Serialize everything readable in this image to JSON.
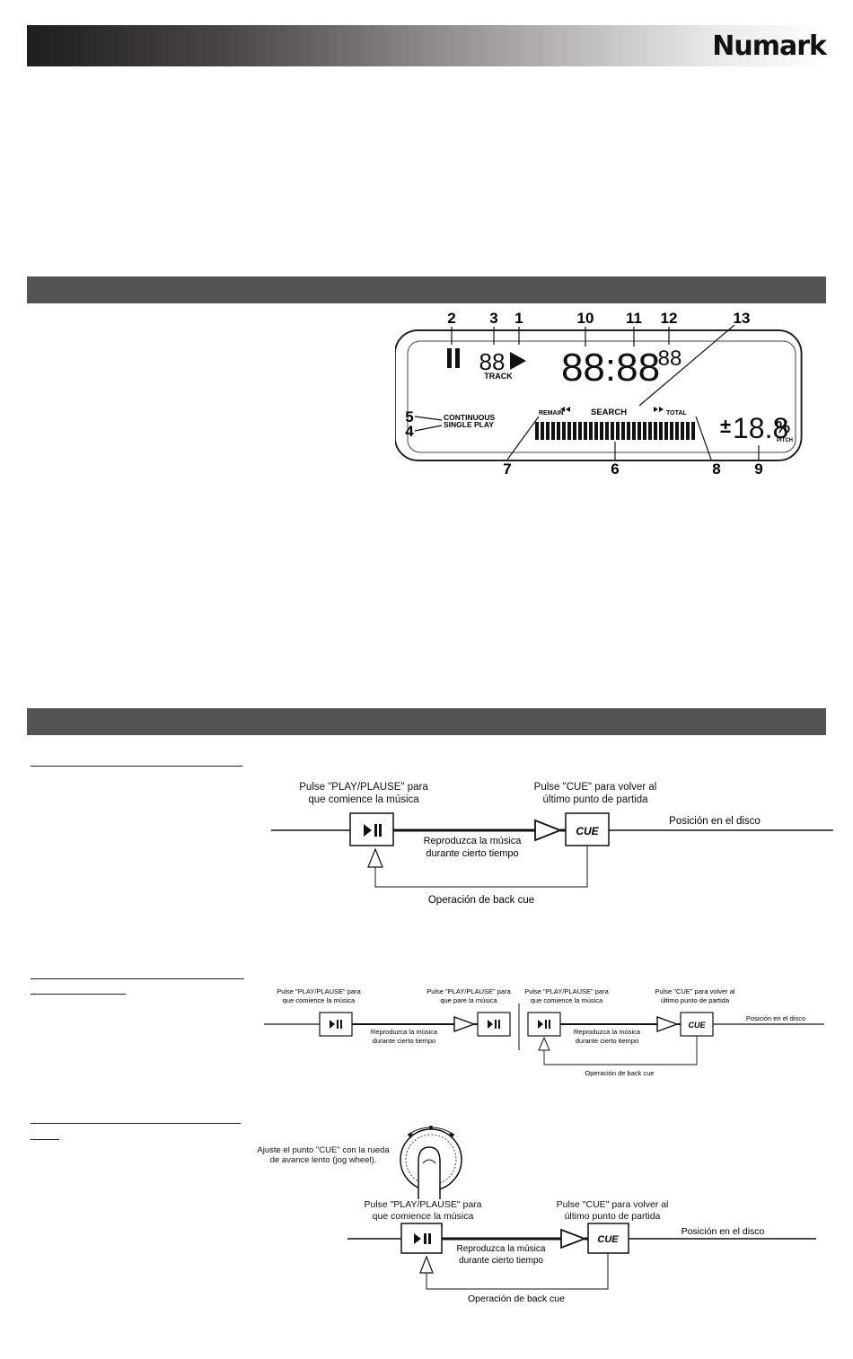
{
  "brand": {
    "name": "Numark"
  },
  "display": {
    "callouts": [
      "1",
      "2",
      "3",
      "4",
      "5",
      "6",
      "7",
      "8",
      "9",
      "10",
      "11",
      "12",
      "13"
    ],
    "track_digits": "88",
    "track_label": "TRACK",
    "time_digits": "88:88",
    "frame_digits": "88",
    "continuous_label": "CONTINUOUS",
    "single_play_label": "SINGLE PLAY",
    "remain_label": "REMAIN",
    "search_label": "SEARCH",
    "total_label": "TOTAL",
    "pitch_sign": "±",
    "pitch_value": "18.8",
    "pitch_percent": "%",
    "pitch_label": "PITCH"
  },
  "diagram1": {
    "play_caption_line1": "Pulse \"PLAY/PLAUSE\" para",
    "play_caption_line2": "que comience la música",
    "cue_caption_line1": "Pulse \"CUE\" para volver al",
    "cue_caption_line2": "último punto de partida",
    "position_label": "Posición en el disco",
    "play_line1": "Reproduzca la música",
    "play_line2": "durante cierto tiempo",
    "back_cue_label": "Operación de back cue",
    "cue_button": "CUE"
  },
  "diagram2": {
    "left_play_caption_line1": "Pulse \"PLAY/PLAUSE\" para",
    "left_play_caption_line2": "que comience la música",
    "left_pause_caption_line1": "Pulse \"PLAY/PLAUSE\" para",
    "left_pause_caption_line2": "que pare la música",
    "left_play_line1": "Reproduzca la música",
    "left_play_line2": "durante cierto tiempo",
    "right_play_caption_line1": "Pulse \"PLAY/PLAUSE\" para",
    "right_play_caption_line2": "que comience la música",
    "right_cue_caption_line1": "Pulse \"CUE\" para volver al",
    "right_cue_caption_line2": "último punto de partida",
    "right_play_line1": "Reproduzca la música",
    "right_play_line2": "durante cierto tiempo",
    "position_label": "Posición en el disco",
    "back_cue_label": "Operación de back cue",
    "cue_button": "CUE"
  },
  "diagram3": {
    "jog_caption_line1": "Ajuste el punto \"CUE\" con la rueda",
    "jog_caption_line2": "de avance lento (jog wheel).",
    "play_caption_line1": "Pulse \"PLAY/PLAUSE\" para",
    "play_caption_line2": "que comience la música",
    "cue_caption_line1": "Pulse \"CUE\" para volver al",
    "cue_caption_line2": "último punto de partida",
    "position_label": "Posición en el disco",
    "play_line1": "Reproduzca la música",
    "play_line2": "durante cierto tiempo",
    "back_cue_label": "Operación de back cue",
    "cue_button": "CUE"
  }
}
